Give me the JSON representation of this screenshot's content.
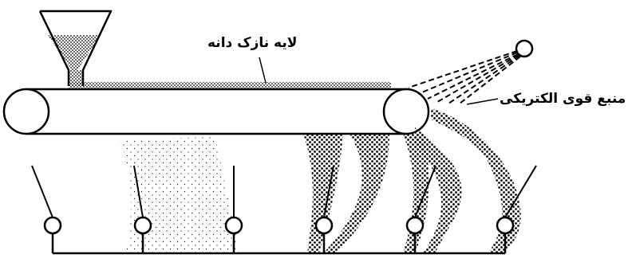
{
  "diagram": {
    "labels": {
      "grain_layer": "لایه نازک دانه",
      "electric_source": "منبع قوی الکتریکی"
    },
    "collector_count": 6,
    "colors": {
      "stroke": "#000000",
      "background": "#ffffff"
    }
  }
}
